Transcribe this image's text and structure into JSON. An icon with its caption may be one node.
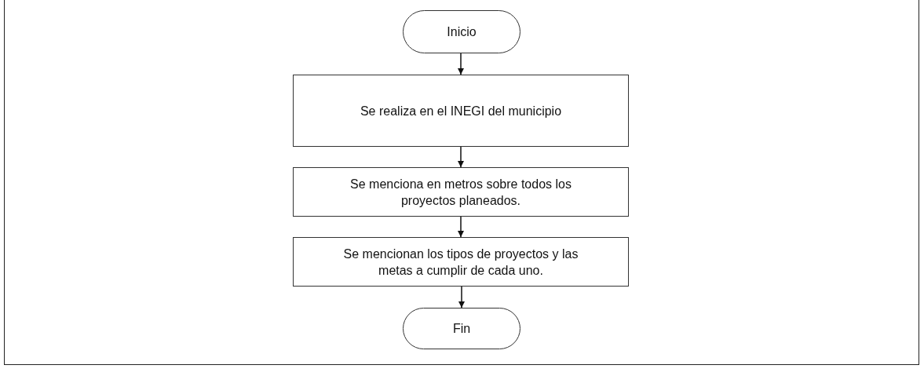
{
  "diagram": {
    "nodes": [
      {
        "text": [
          "Inicio"
        ]
      },
      {
        "text": [
          "Se realiza en el INEGI del municipio"
        ]
      },
      {
        "text": [
          "Se menciona en metros sobre todos los proyectos planeados."
        ]
      },
      {
        "text": [
          "Se mencionan los tipos de proyectos y las metas a cumplir de cada uno."
        ]
      },
      {
        "text": [
          "Fin"
        ]
      }
    ],
    "edges": [
      {
        "from": 0,
        "to": 1,
        "arrow": "to"
      },
      {
        "from": 1,
        "to": 2,
        "arrow": "to"
      },
      {
        "from": 2,
        "to": 3,
        "arrow": "to"
      },
      {
        "from": 3,
        "to": 4,
        "arrow": "to"
      }
    ]
  }
}
